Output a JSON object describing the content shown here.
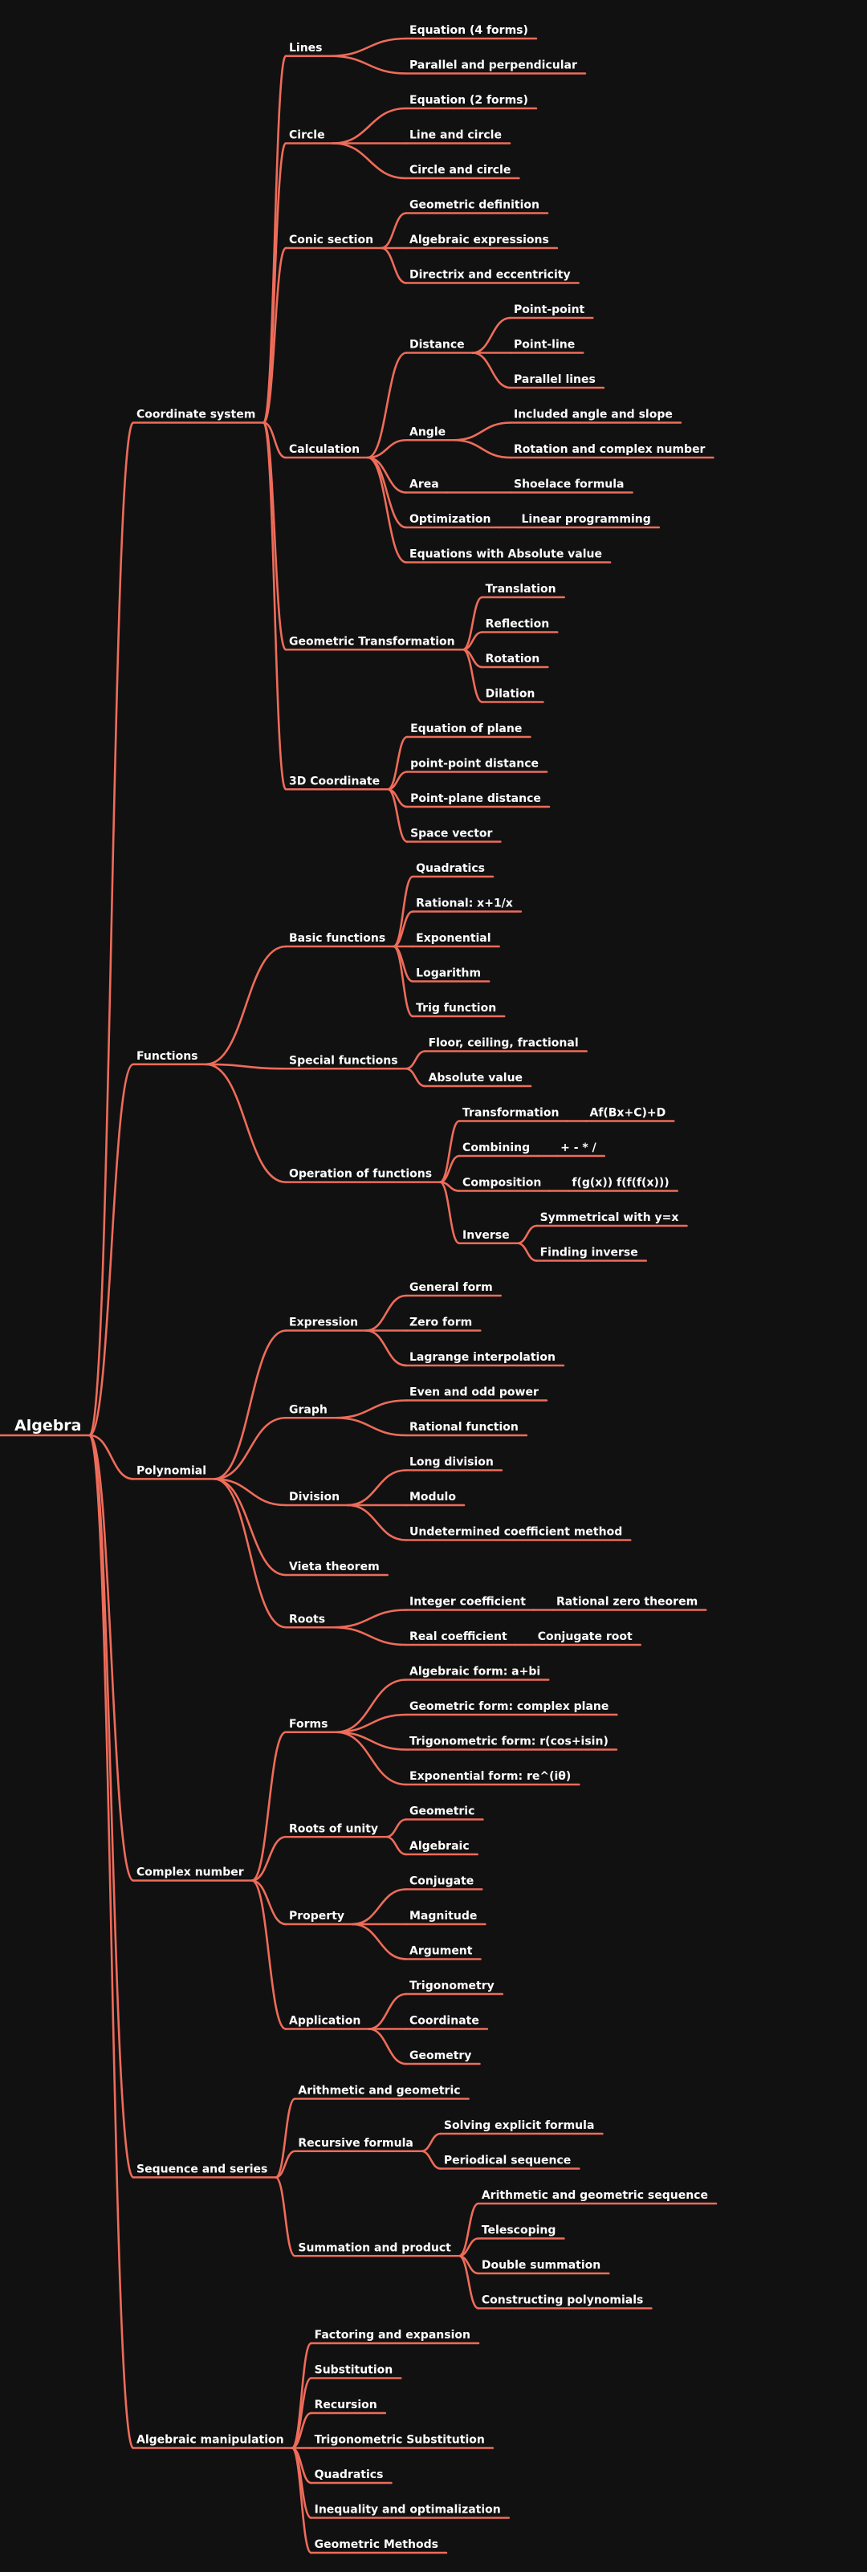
{
  "colors": {
    "background": "#111111",
    "branch": "#ee6c5a",
    "text": "#ffffff"
  },
  "mindmap": {
    "label": "Algebra",
    "children": [
      {
        "label": "Coordinate system",
        "children": [
          {
            "label": "Lines",
            "children": [
              {
                "label": "Equation (4 forms)"
              },
              {
                "label": "Parallel and perpendicular"
              }
            ]
          },
          {
            "label": "Circle",
            "children": [
              {
                "label": "Equation (2 forms)"
              },
              {
                "label": "Line and circle"
              },
              {
                "label": "Circle and circle"
              }
            ]
          },
          {
            "label": "Conic section",
            "children": [
              {
                "label": "Geometric definition"
              },
              {
                "label": "Algebraic expressions"
              },
              {
                "label": "Directrix and eccentricity"
              }
            ]
          },
          {
            "label": "Calculation",
            "children": [
              {
                "label": "Distance",
                "children": [
                  {
                    "label": "Point-point"
                  },
                  {
                    "label": "Point-line"
                  },
                  {
                    "label": "Parallel lines"
                  }
                ]
              },
              {
                "label": "Angle",
                "children": [
                  {
                    "label": "Included angle and slope"
                  },
                  {
                    "label": "Rotation and complex number"
                  }
                ]
              },
              {
                "label": "Area",
                "children": [
                  {
                    "label": "Shoelace formula"
                  }
                ]
              },
              {
                "label": "Optimization",
                "children": [
                  {
                    "label": "Linear programming"
                  }
                ]
              },
              {
                "label": "Equations with Absolute value"
              }
            ]
          },
          {
            "label": "Geometric Transformation",
            "children": [
              {
                "label": "Translation"
              },
              {
                "label": "Reflection"
              },
              {
                "label": "Rotation"
              },
              {
                "label": "Dilation"
              }
            ]
          },
          {
            "label": "3D Coordinate",
            "children": [
              {
                "label": "Equation of plane"
              },
              {
                "label": "point-point distance"
              },
              {
                "label": "Point-plane distance"
              },
              {
                "label": "Space vector"
              }
            ]
          }
        ]
      },
      {
        "label": "Functions",
        "children": [
          {
            "label": "Basic functions",
            "children": [
              {
                "label": "Quadratics"
              },
              {
                "label": "Rational: x+1/x"
              },
              {
                "label": "Exponential"
              },
              {
                "label": "Logarithm"
              },
              {
                "label": "Trig function"
              }
            ]
          },
          {
            "label": "Special functions",
            "children": [
              {
                "label": "Floor, ceiling, fractional"
              },
              {
                "label": "Absolute value"
              }
            ]
          },
          {
            "label": "Operation of functions",
            "children": [
              {
                "label": "Transformation",
                "children": [
                  {
                    "label": "Af(Bx+C)+D"
                  }
                ]
              },
              {
                "label": "Combining",
                "children": [
                  {
                    "label": "+ - * /"
                  }
                ]
              },
              {
                "label": "Composition",
                "children": [
                  {
                    "label": "f(g(x))  f(f(f(x)))"
                  }
                ]
              },
              {
                "label": "Inverse",
                "children": [
                  {
                    "label": "Symmetrical with y=x"
                  },
                  {
                    "label": "Finding inverse"
                  }
                ]
              }
            ]
          }
        ]
      },
      {
        "label": "Polynomial",
        "children": [
          {
            "label": "Expression",
            "children": [
              {
                "label": "General form"
              },
              {
                "label": "Zero form"
              },
              {
                "label": "Lagrange interpolation"
              }
            ]
          },
          {
            "label": "Graph",
            "children": [
              {
                "label": "Even and odd power"
              },
              {
                "label": "Rational function"
              }
            ]
          },
          {
            "label": "Division",
            "children": [
              {
                "label": "Long division"
              },
              {
                "label": "Modulo"
              },
              {
                "label": "Undetermined coefficient method"
              }
            ]
          },
          {
            "label": "Vieta theorem"
          },
          {
            "label": "Roots",
            "children": [
              {
                "label": "Integer coefficient",
                "children": [
                  {
                    "label": "Rational zero theorem"
                  }
                ]
              },
              {
                "label": "Real coefficient",
                "children": [
                  {
                    "label": "Conjugate root"
                  }
                ]
              }
            ]
          }
        ]
      },
      {
        "label": "Complex number",
        "children": [
          {
            "label": "Forms",
            "children": [
              {
                "label": "Algebraic form: a+bi"
              },
              {
                "label": "Geometric form: complex plane"
              },
              {
                "label": "Trigonometric form: r(cos+isin)"
              },
              {
                "label": "Exponential form: re^(iθ)"
              }
            ]
          },
          {
            "label": "Roots of unity",
            "children": [
              {
                "label": "Geometric"
              },
              {
                "label": "Algebraic"
              }
            ]
          },
          {
            "label": "Property",
            "children": [
              {
                "label": "Conjugate"
              },
              {
                "label": "Magnitude"
              },
              {
                "label": "Argument"
              }
            ]
          },
          {
            "label": "Application",
            "children": [
              {
                "label": "Trigonometry"
              },
              {
                "label": "Coordinate"
              },
              {
                "label": "Geometry"
              }
            ]
          }
        ]
      },
      {
        "label": "Sequence and series",
        "children": [
          {
            "label": "Arithmetic and geometric"
          },
          {
            "label": "Recursive formula",
            "children": [
              {
                "label": "Solving explicit formula"
              },
              {
                "label": "Periodical sequence"
              }
            ]
          },
          {
            "label": "Summation and product",
            "children": [
              {
                "label": "Arithmetic and geometric sequence"
              },
              {
                "label": "Telescoping"
              },
              {
                "label": "Double summation"
              },
              {
                "label": "Constructing polynomials"
              }
            ]
          }
        ]
      },
      {
        "label": "Algebraic manipulation",
        "children": [
          {
            "label": "Factoring and expansion"
          },
          {
            "label": "Substitution"
          },
          {
            "label": "Recursion"
          },
          {
            "label": "Trigonometric Substitution"
          },
          {
            "label": "Quadratics"
          },
          {
            "label": "Inequality and optimalization"
          },
          {
            "label": "Geometric Methods"
          }
        ]
      }
    ]
  }
}
